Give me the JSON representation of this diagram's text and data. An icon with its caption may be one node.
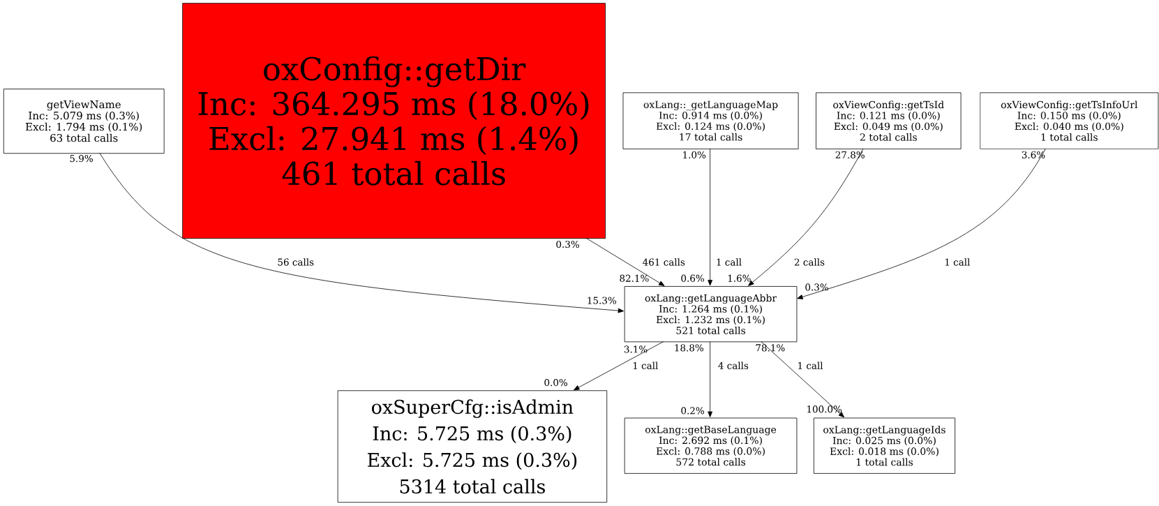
{
  "diagram": {
    "nodes": [
      {
        "text": [
          "getViewName",
          "Inc: 5.079 ms (0.3%)",
          "Excl: 1.794 ms (0.1%)",
          "63 total calls"
        ]
      },
      {
        "text": [
          "oxConfig::getDir",
          "Inc: 364.295 ms (18.0%)",
          "Excl: 27.941 ms (1.4%)",
          "461 total calls"
        ]
      },
      {
        "text": [
          "oxLang::_getLanguageMap",
          "Inc: 0.914 ms (0.0%)",
          "Excl: 0.124 ms (0.0%)",
          "17 total calls"
        ]
      },
      {
        "text": [
          "oxViewConfig::getTsId",
          "Inc: 0.121 ms (0.0%)",
          "Excl: 0.049 ms (0.0%)",
          "2 total calls"
        ]
      },
      {
        "text": [
          "oxViewConfig::getTsInfoUrl",
          "Inc: 0.150 ms (0.0%)",
          "Excl: 0.040 ms (0.0%)",
          "1 total calls"
        ]
      },
      {
        "text": [
          "oxLang::getLanguageAbbr",
          "Inc: 1.264 ms (0.1%)",
          "Excl: 1.232 ms (0.1%)",
          "521 total calls"
        ]
      },
      {
        "text": [
          "oxSuperCfg::isAdmin",
          "Inc: 5.725 ms (0.3%)",
          "Excl: 5.725 ms (0.3%)",
          "5314 total calls"
        ]
      },
      {
        "text": [
          "oxLang::getBaseLanguage",
          "Inc: 2.692 ms (0.1%)",
          "Excl: 0.788 ms (0.0%)",
          "572 total calls"
        ]
      },
      {
        "text": [
          "oxLang::getLanguageIds",
          "Inc: 0.025 ms (0.0%)",
          "Excl: 0.018 ms (0.0%)",
          "1 total calls"
        ]
      }
    ],
    "edges": [
      {
        "from": 0,
        "to": 5,
        "arrow": "to",
        "label": "56 calls"
      },
      {
        "from": 1,
        "to": 5,
        "arrow": "to",
        "label": "461 calls"
      },
      {
        "from": 2,
        "to": 5,
        "arrow": "to",
        "label": "1 call"
      },
      {
        "from": 3,
        "to": 5,
        "arrow": "to",
        "label": "2 calls"
      },
      {
        "from": 4,
        "to": 5,
        "arrow": "to",
        "label": "1 call"
      },
      {
        "from": 5,
        "to": 6,
        "arrow": "to",
        "label": "1 call"
      },
      {
        "from": 5,
        "to": 7,
        "arrow": "to",
        "label": "4 calls"
      },
      {
        "from": 5,
        "to": 8,
        "arrow": "to",
        "label": "1 call"
      }
    ],
    "labels": [
      "5.9%",
      "15.3%",
      "0.3%",
      "82.1%",
      "1.0%",
      "0.6%",
      "27.8%",
      "1.6%",
      "3.6%",
      "0.3%",
      "3.1%",
      "0.0%",
      "18.8%",
      "0.2%",
      "78.1%",
      "100.0%"
    ]
  }
}
